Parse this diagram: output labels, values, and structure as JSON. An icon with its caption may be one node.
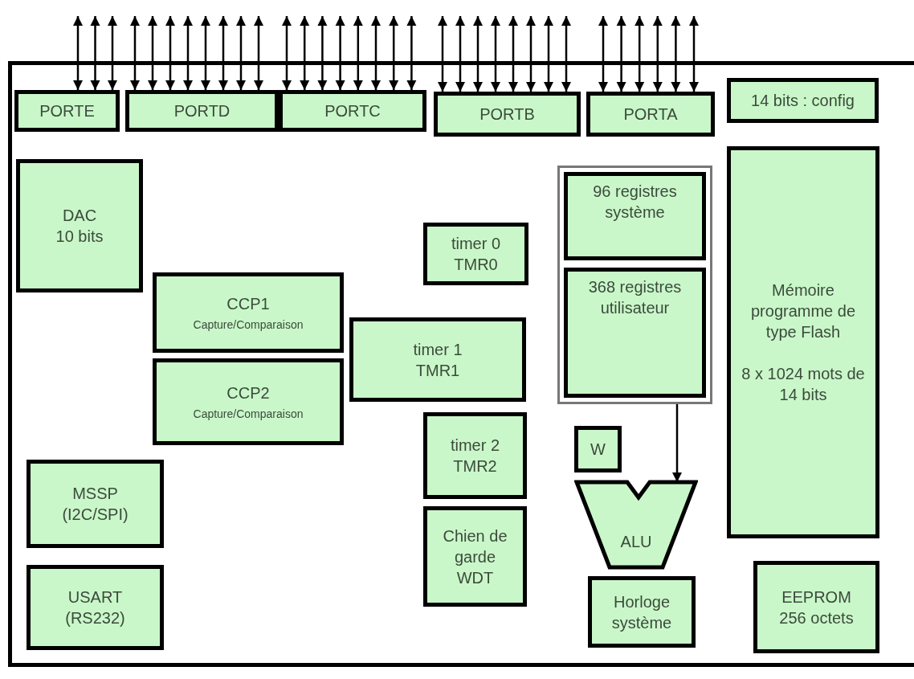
{
  "diagram": {
    "nodes": [
      {
        "text": [],
        "shape": "box"
      },
      {
        "text": [
          "PORTE"
        ],
        "in": 0
      },
      {
        "text": [
          "PORTD"
        ],
        "in": 0
      },
      {
        "text": [
          "PORTC"
        ],
        "in": 0
      },
      {
        "text": [
          "PORTB"
        ],
        "in": 0
      },
      {
        "text": [
          "PORTA"
        ],
        "in": 0
      },
      {
        "text": [
          "14 bits : config"
        ],
        "in": 0
      },
      {
        "text": [
          "DAC 10 bits"
        ],
        "in": 0
      },
      {
        "text": [],
        "shape": "box",
        "in": 0
      },
      {
        "text": [
          "96 registres système"
        ],
        "in": 8
      },
      {
        "text": [
          "368 registres utilisateur"
        ],
        "in": 8
      },
      {
        "text": [
          "Mémoire programme de type Flash",
          "8 x 1024 mots de 14 bits"
        ],
        "in": 0
      },
      {
        "text": [
          "timer 0 TMR0"
        ],
        "in": 0
      },
      {
        "text": [
          "CCP1",
          "Capture/Comparaison"
        ],
        "in": 0
      },
      {
        "text": [
          "timer 1 TMR1"
        ],
        "in": 0
      },
      {
        "text": [
          "CCP2",
          "Capture/Comparaison"
        ],
        "in": 0
      },
      {
        "text": [
          "timer 2 TMR2"
        ],
        "in": 0
      },
      {
        "text": [
          "W"
        ],
        "in": 0
      },
      {
        "text": [
          "ALU"
        ],
        "in": 0
      },
      {
        "text": [
          "MSSP (I2C/SPI)"
        ],
        "in": 0
      },
      {
        "text": [
          "Chien de garde WDT"
        ],
        "in": 0
      },
      {
        "text": [
          "USART (RS232)"
        ],
        "in": 0
      },
      {
        "text": [
          "Horloge système"
        ],
        "in": 0
      },
      {
        "text": [
          "EEPROM 256 octets"
        ],
        "in": 0
      }
    ],
    "edges": [
      {
        "from": 1,
        "to": null,
        "arrow": "both"
      },
      {
        "from": 1,
        "to": null,
        "arrow": "both"
      },
      {
        "from": 1,
        "to": null,
        "arrow": "both"
      },
      {
        "from": 2,
        "to": null,
        "arrow": "both"
      },
      {
        "from": 2,
        "to": null,
        "arrow": "both"
      },
      {
        "from": 2,
        "to": null,
        "arrow": "both"
      },
      {
        "from": 2,
        "to": null,
        "arrow": "both"
      },
      {
        "from": 2,
        "to": null,
        "arrow": "both"
      },
      {
        "from": 2,
        "to": null,
        "arrow": "both"
      },
      {
        "from": 2,
        "to": null,
        "arrow": "both"
      },
      {
        "from": 2,
        "to": null,
        "arrow": "both"
      },
      {
        "from": 3,
        "to": null,
        "arrow": "both"
      },
      {
        "from": 3,
        "to": null,
        "arrow": "both"
      },
      {
        "from": 3,
        "to": null,
        "arrow": "both"
      },
      {
        "from": 3,
        "to": null,
        "arrow": "both"
      },
      {
        "from": 3,
        "to": null,
        "arrow": "both"
      },
      {
        "from": 3,
        "to": null,
        "arrow": "both"
      },
      {
        "from": 3,
        "to": null,
        "arrow": "both"
      },
      {
        "from": 3,
        "to": null,
        "arrow": "both"
      },
      {
        "from": 4,
        "to": null,
        "arrow": "both"
      },
      {
        "from": 4,
        "to": null,
        "arrow": "both"
      },
      {
        "from": 4,
        "to": null,
        "arrow": "both"
      },
      {
        "from": 4,
        "to": null,
        "arrow": "both"
      },
      {
        "from": 4,
        "to": null,
        "arrow": "both"
      },
      {
        "from": 4,
        "to": null,
        "arrow": "both"
      },
      {
        "from": 4,
        "to": null,
        "arrow": "both"
      },
      {
        "from": 4,
        "to": null,
        "arrow": "both"
      },
      {
        "from": 5,
        "to": null,
        "arrow": "both"
      },
      {
        "from": 5,
        "to": null,
        "arrow": "both"
      },
      {
        "from": 5,
        "to": null,
        "arrow": "both"
      },
      {
        "from": 5,
        "to": null,
        "arrow": "both"
      },
      {
        "from": 5,
        "to": null,
        "arrow": "both"
      },
      {
        "from": 5,
        "to": null,
        "arrow": "both"
      },
      {
        "from": 8,
        "to": 18,
        "arrow": "to"
      }
    ]
  }
}
